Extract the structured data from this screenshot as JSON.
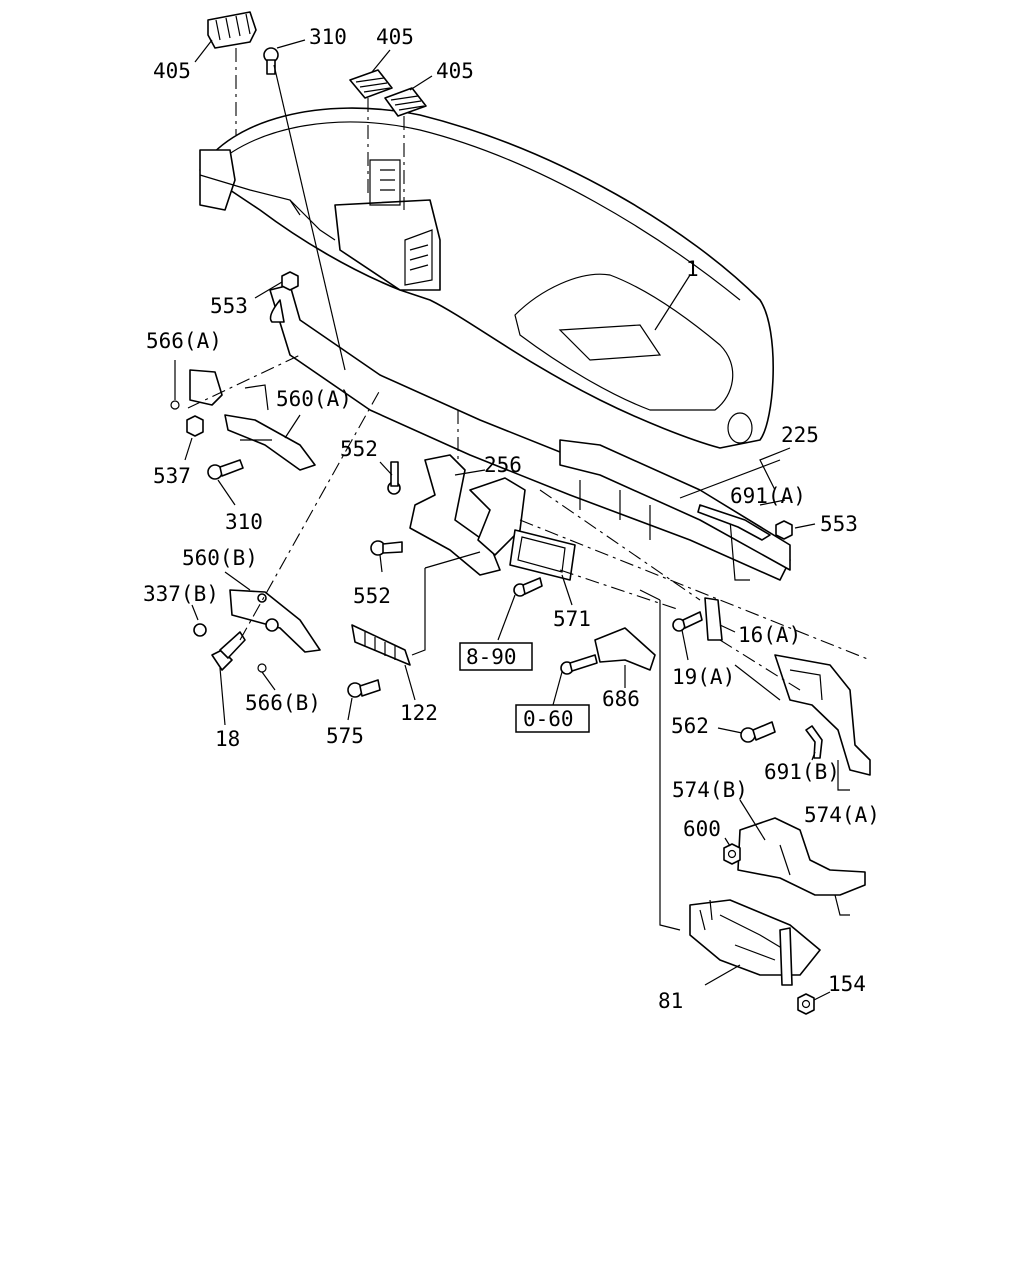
{
  "diagram": {
    "labels": [
      {
        "id": "l405a",
        "text": "405"
      },
      {
        "id": "l310a",
        "text": "310"
      },
      {
        "id": "l405b",
        "text": "405"
      },
      {
        "id": "l405c",
        "text": "405"
      },
      {
        "id": "l1",
        "text": "1"
      },
      {
        "id": "l553a",
        "text": "553"
      },
      {
        "id": "l566a",
        "text": "566(A)"
      },
      {
        "id": "l560a",
        "text": "560(A)"
      },
      {
        "id": "l537",
        "text": "537"
      },
      {
        "id": "l310b",
        "text": "310"
      },
      {
        "id": "l552a",
        "text": "552"
      },
      {
        "id": "l256",
        "text": "256"
      },
      {
        "id": "l225",
        "text": "225"
      },
      {
        "id": "l691a",
        "text": "691(A)"
      },
      {
        "id": "l553b",
        "text": "553"
      },
      {
        "id": "l560b",
        "text": "560(B)"
      },
      {
        "id": "l337b",
        "text": "337(B)"
      },
      {
        "id": "l552b",
        "text": "552"
      },
      {
        "id": "l571",
        "text": "571"
      },
      {
        "id": "l890",
        "text": "8-90"
      },
      {
        "id": "l16a",
        "text": "16(A)"
      },
      {
        "id": "l19a",
        "text": "19(A)"
      },
      {
        "id": "l566b",
        "text": "566(B)"
      },
      {
        "id": "l18",
        "text": "18"
      },
      {
        "id": "l575",
        "text": "575"
      },
      {
        "id": "l122",
        "text": "122"
      },
      {
        "id": "l060",
        "text": "0-60"
      },
      {
        "id": "l686",
        "text": "686"
      },
      {
        "id": "l562",
        "text": "562"
      },
      {
        "id": "l691b",
        "text": "691(B)"
      },
      {
        "id": "l574b",
        "text": "574(B)"
      },
      {
        "id": "l574a",
        "text": "574(A)"
      },
      {
        "id": "l600",
        "text": "600"
      },
      {
        "id": "l81",
        "text": "81"
      },
      {
        "id": "l154",
        "text": "154"
      }
    ]
  }
}
